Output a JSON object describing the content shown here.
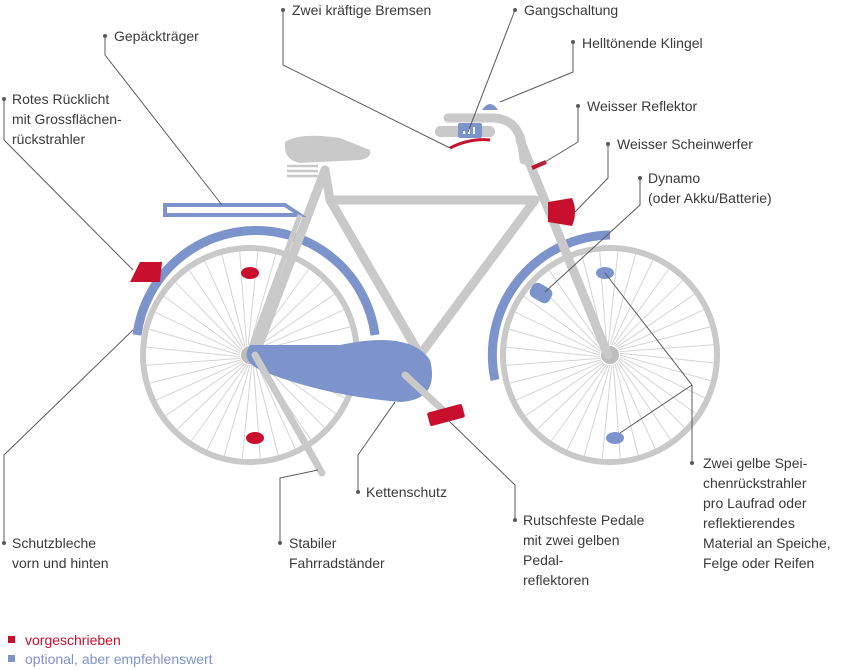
{
  "colors": {
    "frame": "#c9c9c9",
    "required": "#c8102e",
    "optional": "#7d93cc",
    "leader": "#5a5a5a",
    "text": "#3a3a3a"
  },
  "labels": {
    "brakes": "Zwei kräftige Bremsen",
    "gears": "Gangschaltung",
    "bell": "Helltönende Klingel",
    "rack": "Gepäckträger",
    "rear_light": [
      "Rotes Rücklicht",
      "mit Grossflächen-",
      "rückstrahler"
    ],
    "white_reflector": "Weisser Reflektor",
    "headlight": "Weisser Scheinwerfer",
    "dynamo": [
      "Dynamo",
      "(oder Akku/Batterie)"
    ],
    "spokes": [
      "Zwei gelbe Spei-",
      "chenrückstrahler",
      "pro Laufrad oder",
      "reflektierendes",
      "Material an Speiche,",
      "Felge oder Reifen"
    ],
    "chain_guard": "Kettenschutz",
    "pedals": [
      "Rutschfeste Pedale",
      "mit zwei gelben",
      "Pedal-",
      "reflektoren"
    ],
    "kickstand": [
      "Stabiler",
      "Fahrradständer"
    ],
    "fenders": [
      "Schutzbleche",
      "vorn und hinten"
    ]
  },
  "legend": {
    "required": "vorgeschrieben",
    "optional": "optional, aber empfehlenswert"
  }
}
